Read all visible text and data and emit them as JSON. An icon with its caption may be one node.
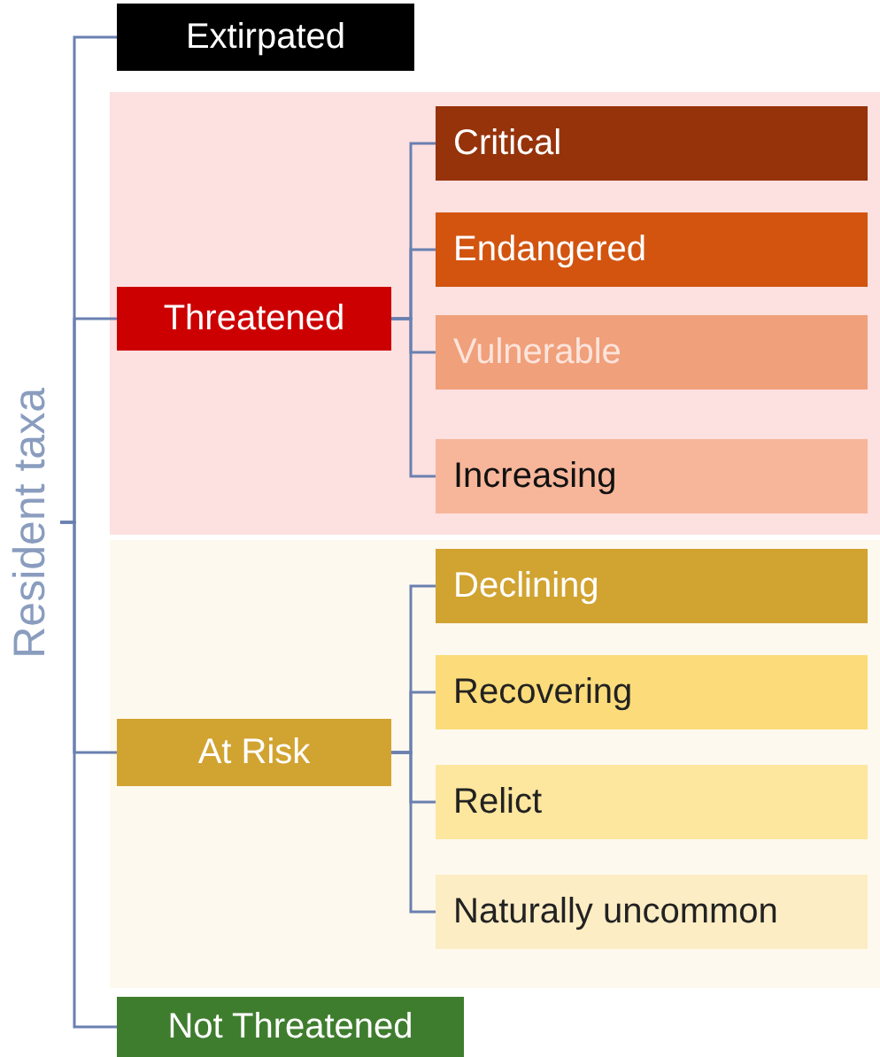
{
  "diagram": {
    "nodes": [
      {
        "text": [
          "Resident taxa"
        ]
      },
      {
        "text": [
          "Extirpated"
        ]
      },
      {
        "text": [
          "Threatened"
        ]
      },
      {
        "text": [
          "Critical"
        ]
      },
      {
        "text": [
          "Endangered"
        ]
      },
      {
        "text": [
          "Vulnerable"
        ]
      },
      {
        "text": [
          "Increasing"
        ]
      },
      {
        "text": [
          "At Risk"
        ]
      },
      {
        "text": [
          "Declining"
        ]
      },
      {
        "text": [
          "Recovering"
        ]
      },
      {
        "text": [
          "Relict"
        ]
      },
      {
        "text": [
          "Naturally uncommon"
        ]
      },
      {
        "text": [
          "Not Threatened"
        ]
      }
    ],
    "edges": [
      {
        "from": 0,
        "to": 1,
        "arrow": "none"
      },
      {
        "from": 0,
        "to": 2,
        "arrow": "none"
      },
      {
        "from": 0,
        "to": 7,
        "arrow": "none"
      },
      {
        "from": 0,
        "to": 12,
        "arrow": "none"
      },
      {
        "from": 2,
        "to": 3,
        "arrow": "none"
      },
      {
        "from": 2,
        "to": 4,
        "arrow": "none"
      },
      {
        "from": 2,
        "to": 5,
        "arrow": "none"
      },
      {
        "from": 2,
        "to": 6,
        "arrow": "none"
      },
      {
        "from": 7,
        "to": 8,
        "arrow": "none"
      },
      {
        "from": 7,
        "to": 9,
        "arrow": "none"
      },
      {
        "from": 7,
        "to": 10,
        "arrow": "none"
      },
      {
        "from": 7,
        "to": 11,
        "arrow": "none"
      }
    ]
  }
}
